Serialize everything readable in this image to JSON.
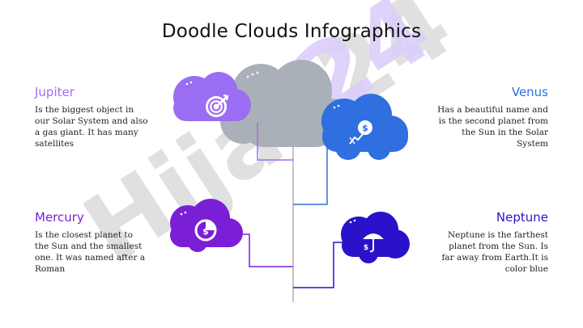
{
  "slide": {
    "title": "Doodle Clouds Infographics",
    "watermark": "Hijab24",
    "colors": {
      "background": "#ffffff",
      "jupiter": "#9b6df2",
      "venus": "#2f6fe0",
      "mercury": "#7a1fd6",
      "neptune": "#2912c9",
      "gray_cloud": "#aab0b7",
      "connector": "#b0b0b0",
      "watermark_gray": "#bdbdbd",
      "watermark_lilac": "#d9cdfb"
    }
  },
  "items": [
    {
      "title": "Jupiter",
      "text": "Is the biggest object in our Solar System and also a gas giant. It has many satellites",
      "icon": "target-arrow-icon",
      "color": "#9b6df2"
    },
    {
      "title": "Venus",
      "text": "Has a beautiful name and is the second planet from the Sun in the Solar System",
      "icon": "dollar-coin-growth-icon",
      "color": "#2f6fe0"
    },
    {
      "title": "Mercury",
      "text": "Is the closest planet to the Sun and the smallest one. It was named after a Roman",
      "icon": "dollar-pie-chart-icon",
      "color": "#7a1fd6"
    },
    {
      "title": "Neptune",
      "text": "Neptune is the farthest planet from the Sun. Is far away from Earth.It is color blue",
      "icon": "dollar-umbrella-icon",
      "color": "#2912c9"
    }
  ]
}
